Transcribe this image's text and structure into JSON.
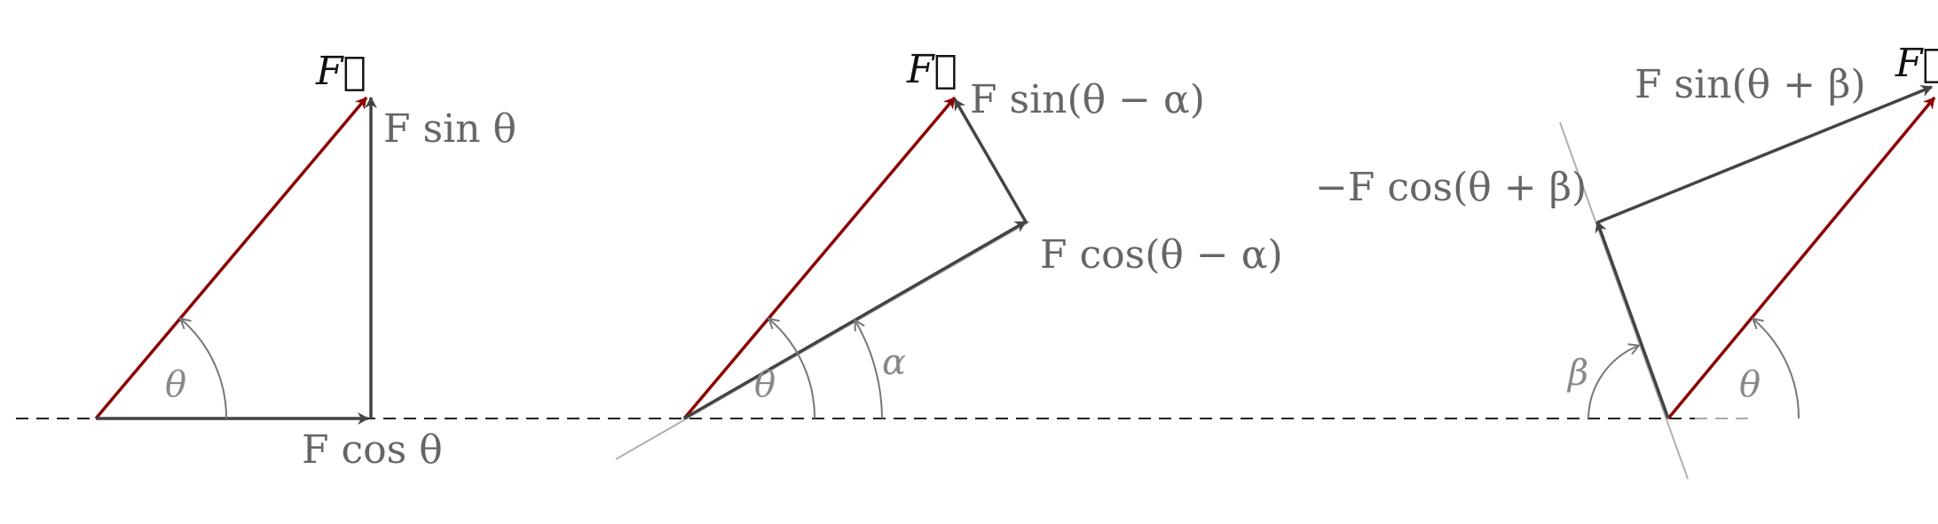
{
  "panel1": {
    "force_label": "F⃗",
    "sin_label": "F sin θ",
    "cos_label": "F cos θ",
    "theta_label": "θ"
  },
  "panel2": {
    "force_label": "F⃗",
    "sin_label": "F sin(θ − α)",
    "cos_label": "F cos(θ − α)",
    "theta_label": "θ",
    "alpha_label": "α"
  },
  "panel3": {
    "force_label": "F⃗",
    "sin_label": "F sin(θ + β)",
    "cos_label": "−F cos(θ + β)",
    "theta_label": "θ",
    "beta_label": "β"
  },
  "colors": {
    "force": "#8b0000",
    "component": "#444444",
    "label": "#666666"
  }
}
